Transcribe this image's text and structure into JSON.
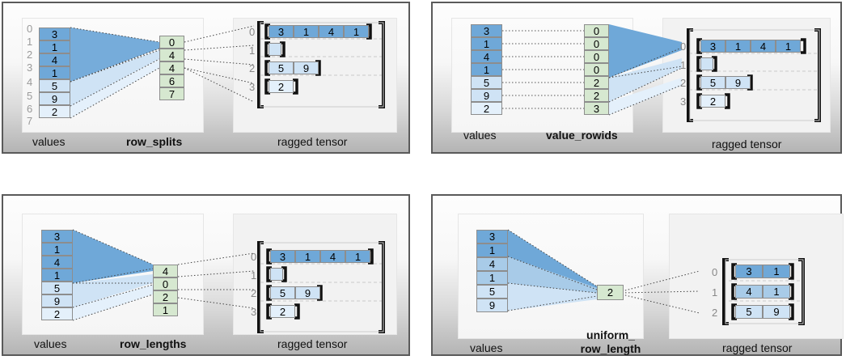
{
  "figure": {
    "title": "RaggedTensor encodings",
    "colors": {
      "value_dark": "#6fa8d8",
      "value_mid": "#a8cbe8",
      "value_light": "#cfe3f5",
      "value_lightest": "#e4f0fb",
      "partition_green": "#d6e8d0",
      "panel_border": "#5a5a5a",
      "index_label": "#9a9a9a"
    }
  },
  "panels": [
    {
      "id": "row_splits",
      "values_label": "values",
      "partition_label": "row_splits",
      "tensor_label": "ragged tensor",
      "values": [
        3,
        1,
        4,
        1,
        5,
        9,
        2
      ],
      "values_shades": [
        "v0",
        "v0",
        "v0",
        "v0",
        "v2",
        "v2",
        "v3"
      ],
      "boundary_indices": [
        0,
        1,
        2,
        3,
        4,
        5,
        6,
        7
      ],
      "partition": [
        0,
        4,
        4,
        6,
        7
      ],
      "ragged_rows": [
        {
          "index": "0",
          "cells": [
            3,
            1,
            4,
            1
          ],
          "shade": "v0"
        },
        {
          "index": "1",
          "cells": [],
          "shade": "v2"
        },
        {
          "index": "2",
          "cells": [
            5,
            9
          ],
          "shade": "v2"
        },
        {
          "index": "3",
          "cells": [
            2
          ],
          "shade": "v3"
        }
      ]
    },
    {
      "id": "value_rowids",
      "values_label": "values",
      "partition_label": "value_rowids",
      "tensor_label": "ragged tensor",
      "values": [
        3,
        1,
        4,
        1,
        5,
        9,
        2
      ],
      "values_shades": [
        "v0",
        "v0",
        "v0",
        "v0",
        "v2",
        "v2",
        "v3"
      ],
      "boundary_indices": [],
      "partition": [
        0,
        0,
        0,
        0,
        2,
        2,
        3
      ],
      "ragged_rows": [
        {
          "index": "0",
          "cells": [
            3,
            1,
            4,
            1
          ],
          "shade": "v0"
        },
        {
          "index": "1",
          "cells": [],
          "shade": "v2"
        },
        {
          "index": "2",
          "cells": [
            5,
            9
          ],
          "shade": "v2"
        },
        {
          "index": "3",
          "cells": [
            2
          ],
          "shade": "v3"
        }
      ]
    },
    {
      "id": "row_lengths",
      "values_label": "values",
      "partition_label": "row_lengths",
      "tensor_label": "ragged tensor",
      "values": [
        3,
        1,
        4,
        1,
        5,
        9,
        2
      ],
      "values_shades": [
        "v0",
        "v0",
        "v0",
        "v0",
        "v2",
        "v2",
        "v3"
      ],
      "boundary_indices": [],
      "partition": [
        4,
        0,
        2,
        1
      ],
      "ragged_rows": [
        {
          "index": "0",
          "cells": [
            3,
            1,
            4,
            1
          ],
          "shade": "v0"
        },
        {
          "index": "1",
          "cells": [],
          "shade": "v2"
        },
        {
          "index": "2",
          "cells": [
            5,
            9
          ],
          "shade": "v2"
        },
        {
          "index": "3",
          "cells": [
            2
          ],
          "shade": "v3"
        }
      ]
    },
    {
      "id": "uniform_row_length",
      "values_label": "values",
      "partition_label": "uniform_\nrow_length",
      "tensor_label": "ragged tensor",
      "values": [
        3,
        1,
        4,
        1,
        5,
        9
      ],
      "values_shades": [
        "v0",
        "v0",
        "v1",
        "v1",
        "v2",
        "v2"
      ],
      "boundary_indices": [],
      "partition": [
        2
      ],
      "ragged_rows": [
        {
          "index": "0",
          "cells": [
            3,
            1
          ],
          "shade": "v0"
        },
        {
          "index": "1",
          "cells": [
            4,
            1
          ],
          "shade": "v1"
        },
        {
          "index": "2",
          "cells": [
            5,
            9
          ],
          "shade": "v2"
        }
      ]
    }
  ]
}
